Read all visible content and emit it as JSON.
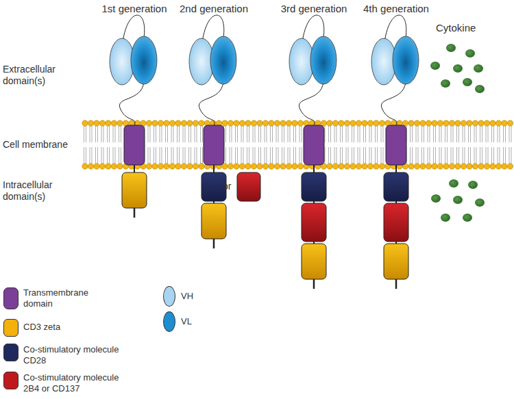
{
  "diagram": {
    "labels": [
      "1st generation",
      "2nd generation",
      "3rd generation",
      "4th generation",
      "Cytokine",
      "Extracellular domain(s)",
      "Cell membrane",
      "Intracellular domain(s)",
      "or"
    ],
    "legend": [
      {
        "text": "Transmembrane domain",
        "color": "#7b3f98"
      },
      {
        "text": "CD3 zeta",
        "color": "#f2b10c"
      },
      {
        "text": "Co-stimulatory molecule CD28",
        "color": "#1f2a5c"
      },
      {
        "text": "Co-stimulatory molecule 2B4 or CD137",
        "color": "#c0181f"
      },
      {
        "text": "VH",
        "color": "#a9d4f0"
      },
      {
        "text": "VL",
        "color": "#1e8ed0"
      }
    ]
  }
}
